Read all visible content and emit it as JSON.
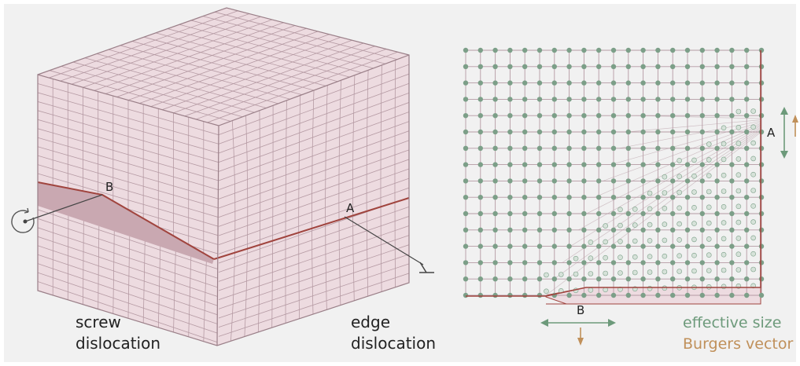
{
  "labels": {
    "a_left": "A",
    "b_left": "B",
    "a_right": "A",
    "b_right": "B",
    "screw_line1": "screw",
    "screw_line2": "dislocation",
    "edge_line1": "edge",
    "edge_line2": "dislocation"
  },
  "legend": {
    "effective_size": "effective size",
    "burgers_vector": "Burgers vector"
  },
  "colors": {
    "background": "#f1f1f1",
    "cube_face": "#eddbe0",
    "grid_line": "#b59aa3",
    "dislocation_line": "#a0443e",
    "node": "#7c9f88",
    "node_fill_light": "#d6e2d9",
    "effective_size": "#6d9a7b",
    "burgers_vector": "#c0905a"
  },
  "icons": {
    "screw_symbol": "rotation-arrow-icon",
    "edge_symbol": "perpendicular-icon"
  }
}
